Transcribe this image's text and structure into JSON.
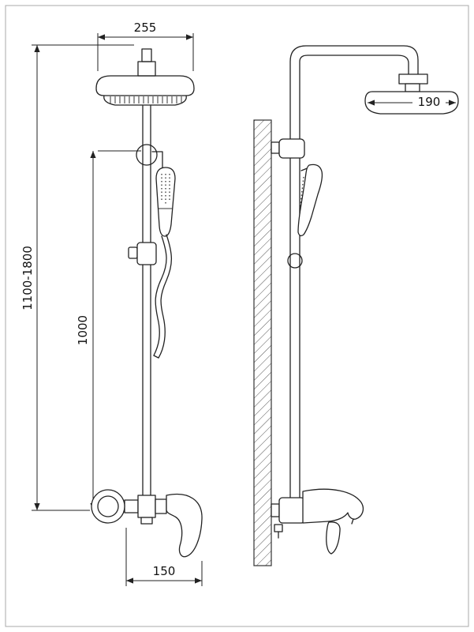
{
  "colors": {
    "ink": "#222222",
    "background": "#ffffff"
  },
  "dimensions": {
    "head_width": "255",
    "side_head_width": "190",
    "height_range": "1100-1800",
    "slide_bar_height": "1000",
    "spout_reach": "150"
  }
}
